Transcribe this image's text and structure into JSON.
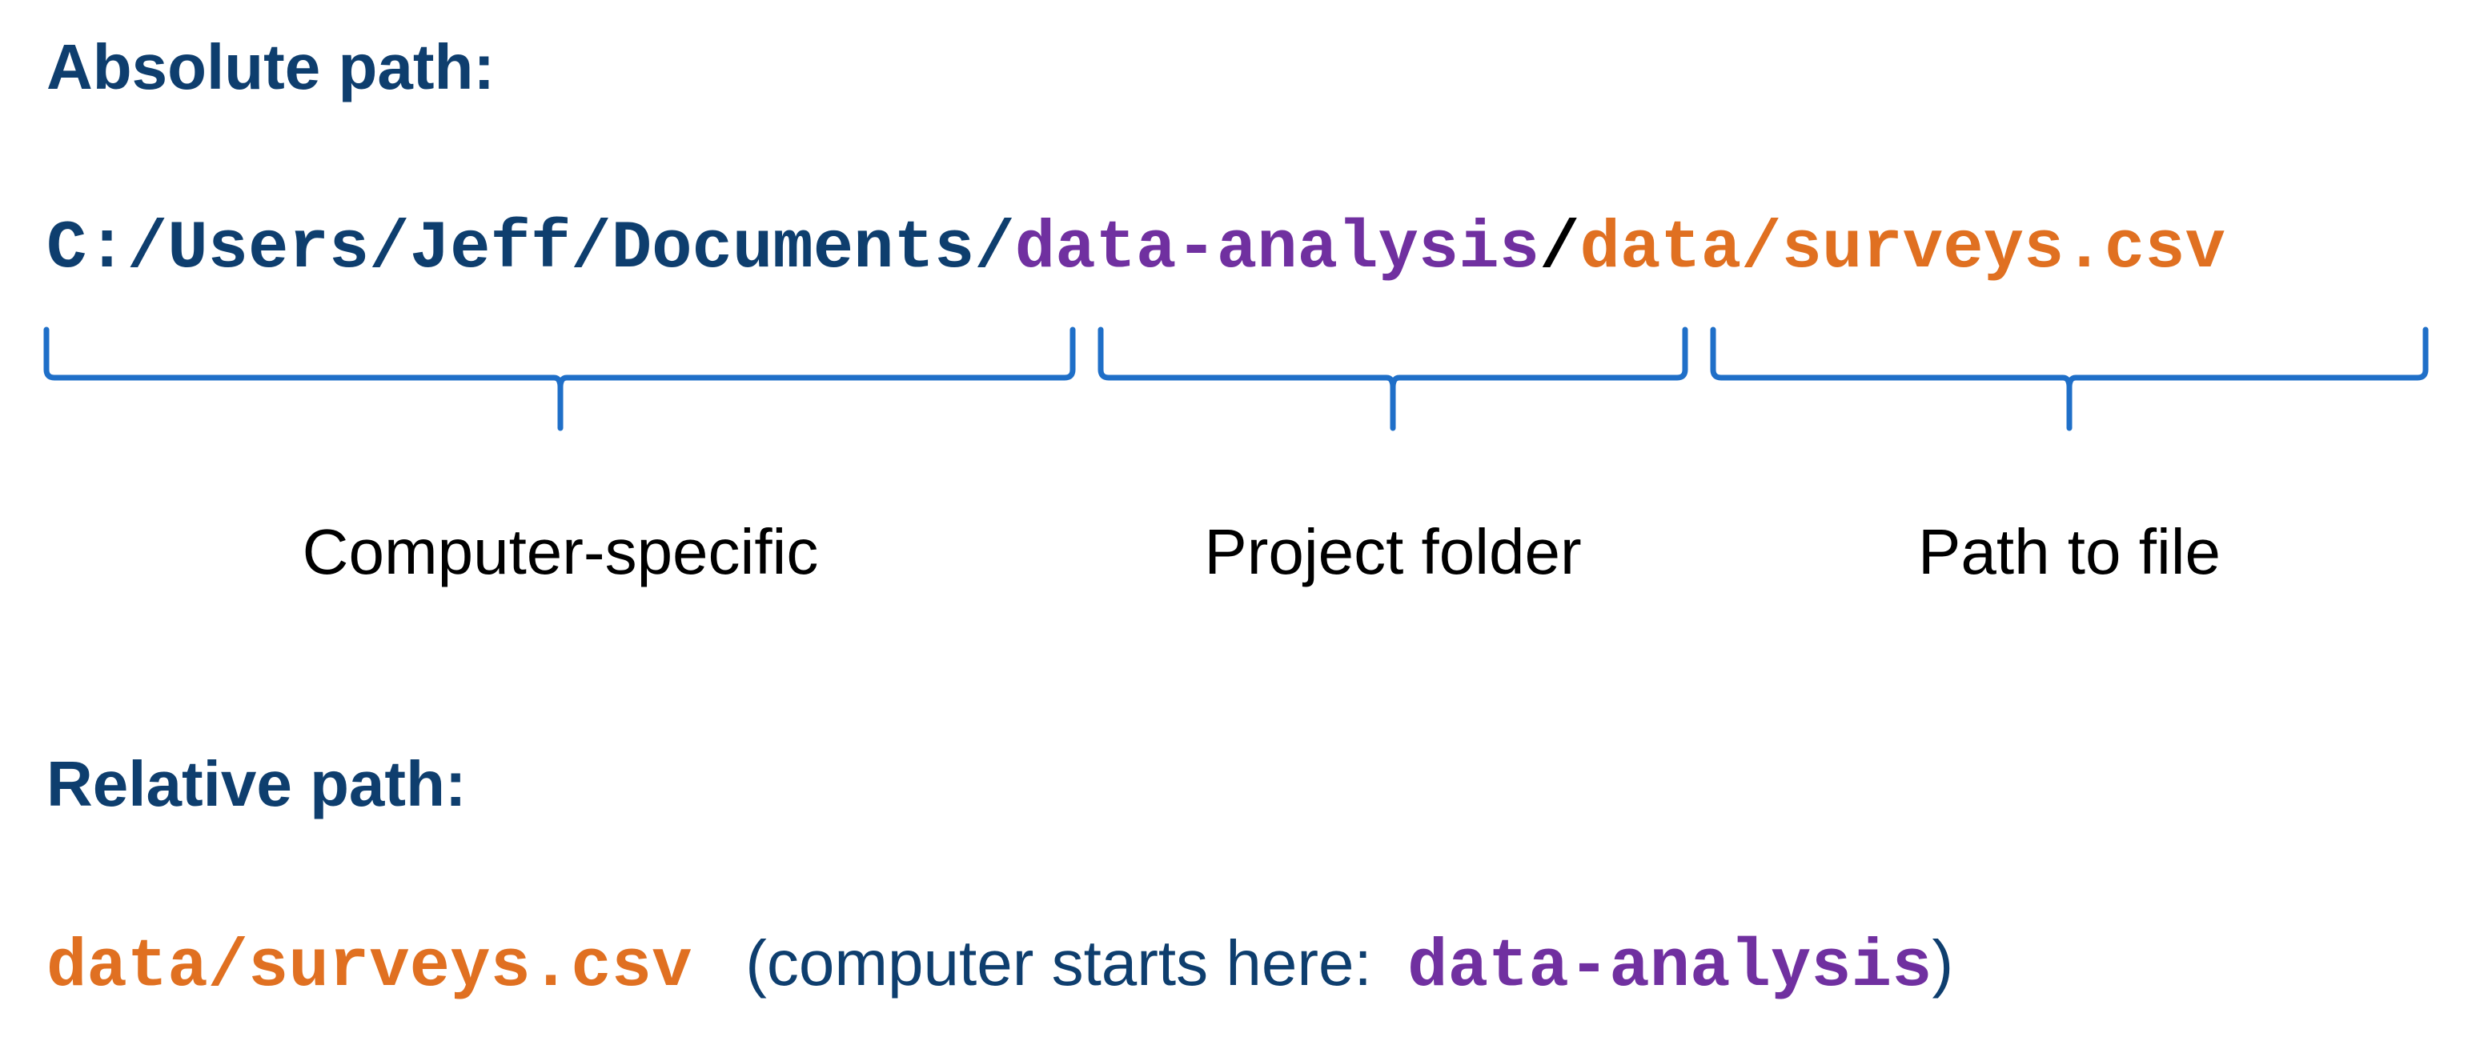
{
  "absolute": {
    "heading": "Absolute path:",
    "segments": {
      "computer": "C:/Users/Jeff/Documents/",
      "project": "data-analysis",
      "sep": "/",
      "file": "data/surveys.csv"
    },
    "labels": {
      "computer": "Computer-specific",
      "project": "Project folder",
      "file": "Path to file"
    }
  },
  "relative": {
    "heading": "Relative path:",
    "path": "data/surveys.csv",
    "note_open": "(computer starts here:",
    "note_project": "data-analysis",
    "note_close": ")"
  },
  "colors": {
    "navy": "#0e3e6e",
    "purple": "#7030a0",
    "orange": "#e07021",
    "black": "#000000",
    "brace_blue": "#1f6fc8"
  }
}
